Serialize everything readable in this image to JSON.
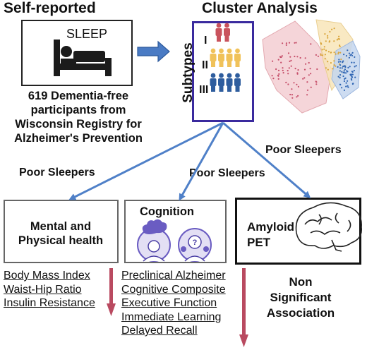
{
  "headings": {
    "self_reported": "Self-reported",
    "cluster_analysis": "Cluster Analysis"
  },
  "sleep_box": {
    "label": "SLEEP"
  },
  "participants_text": [
    "619 Dementia-free",
    "participants from",
    "Wisconsin Registry for",
    "Alzheimer's Prevention"
  ],
  "subtypes": {
    "label": "Subtypes",
    "rows": [
      "I",
      "II",
      "III"
    ]
  },
  "colors": {
    "subtype_1": "#c9535d",
    "subtype_2": "#f0c25a",
    "subtype_3": "#2e5d9e",
    "arrow_blue": "#4f80c8",
    "trend_arrow": "#b94a60",
    "subtypes_border": "#3a2a9e"
  },
  "arrows": {
    "left": "Poor Sleepers",
    "middle": "Poor Sleepers",
    "right": "Poor Sleepers"
  },
  "outcomes": {
    "mental": {
      "title_lines": [
        "Mental and",
        "Physical health"
      ],
      "items": [
        "Body Mass Index",
        "Waist-Hip Ratio",
        "Insulin Resistance"
      ]
    },
    "cognition": {
      "title": "Cognition",
      "items": [
        "Preclinical Alzheimer",
        "Cognitive Composite",
        "Executive Function",
        "Immediate Learning",
        "Delayed Recall"
      ]
    },
    "amyloid": {
      "title_lines": [
        "Amyloid",
        "PET"
      ],
      "result_lines": [
        "Non",
        "Significant",
        "Association"
      ]
    }
  }
}
